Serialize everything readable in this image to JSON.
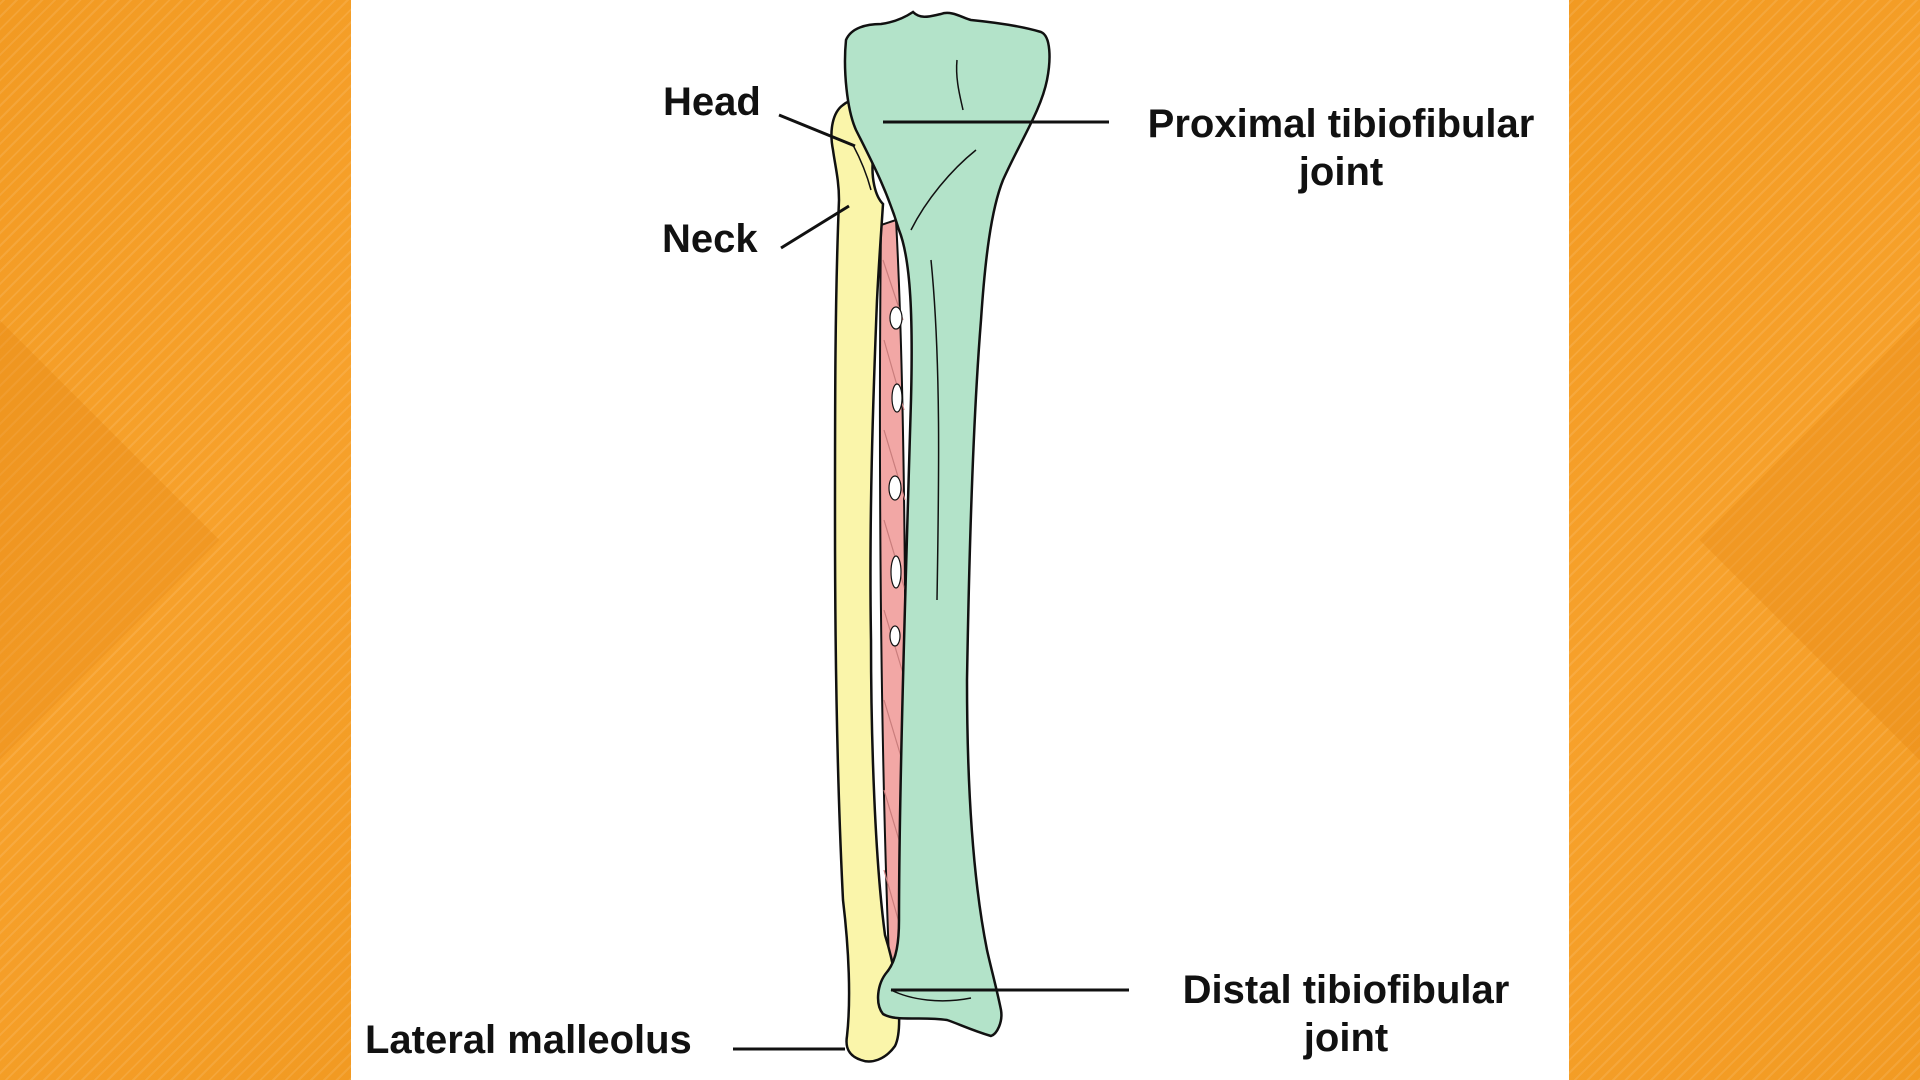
{
  "theme": {
    "background_orange": "#F7A12B",
    "panel_white": "#FFFFFF",
    "tibia_fill": "#B3E3C9",
    "fibula_fill": "#FAF5AA",
    "membrane_fill": "#F2A7A5",
    "line_color": "#111111"
  },
  "labels": {
    "head": "Head",
    "neck": "Neck",
    "proximal_joint_line1": "Proximal tibiofibular",
    "proximal_joint_line2": "joint",
    "distal_joint_line1": "Distal tibiofibular",
    "distal_joint_line2": "joint",
    "lateral_malleolus": "Lateral malleolus"
  }
}
